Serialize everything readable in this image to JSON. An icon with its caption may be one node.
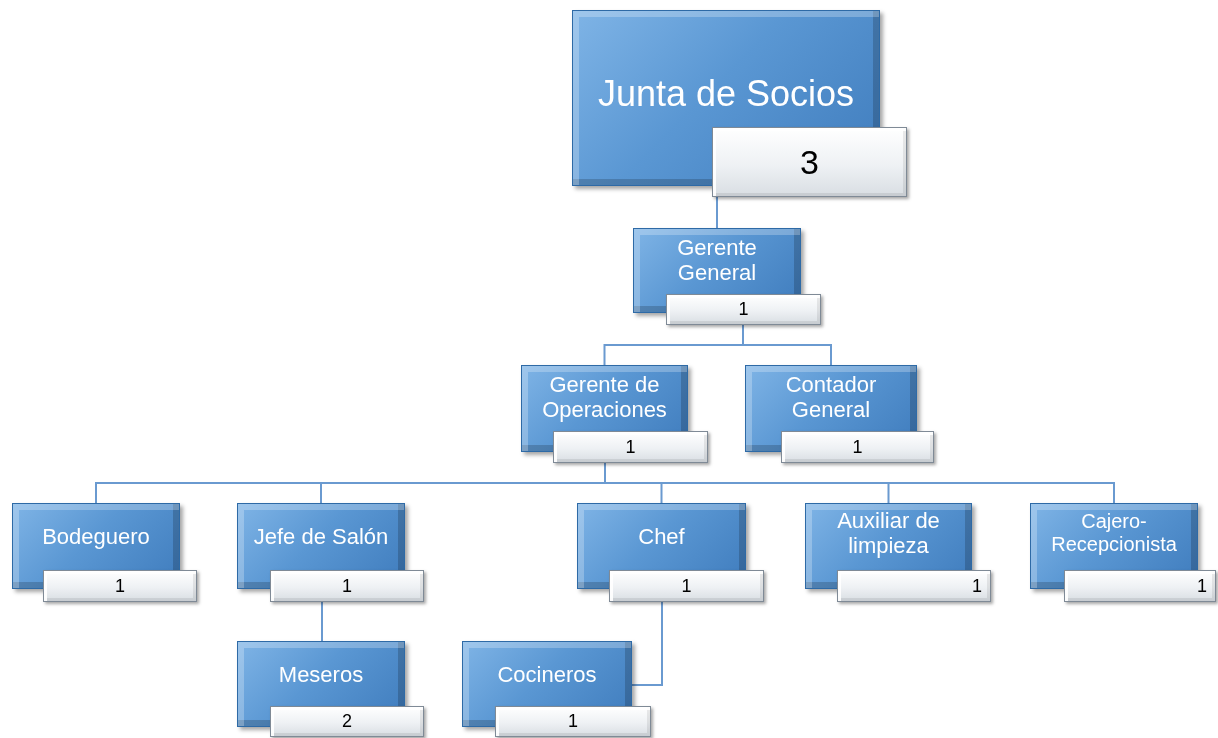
{
  "diagram": {
    "nodes": [
      {
        "text": [
          "Junta de Socios"
        ]
      },
      {
        "text": [
          "3"
        ]
      },
      {
        "text": [
          "Gerente General"
        ]
      },
      {
        "text": [
          "1"
        ]
      },
      {
        "text": [
          "Gerente de Operaciones"
        ]
      },
      {
        "text": [
          "1"
        ]
      },
      {
        "text": [
          "Contador General"
        ]
      },
      {
        "text": [
          "1"
        ]
      },
      {
        "text": [
          "Bodeguero"
        ]
      },
      {
        "text": [
          "1"
        ]
      },
      {
        "text": [
          "Jefe de Salón"
        ]
      },
      {
        "text": [
          "1"
        ]
      },
      {
        "text": [
          "Chef"
        ]
      },
      {
        "text": [
          "1"
        ]
      },
      {
        "text": [
          "Auxiliar de limpieza"
        ]
      },
      {
        "text": [
          "1"
        ]
      },
      {
        "text": [
          "Cajero-Recepcionista"
        ]
      },
      {
        "text": [
          "1"
        ]
      },
      {
        "text": [
          "Meseros"
        ]
      },
      {
        "text": [
          "2"
        ]
      },
      {
        "text": [
          "Cocineros"
        ]
      },
      {
        "text": [
          "1"
        ]
      }
    ],
    "edges": [
      {
        "from": 1,
        "to": 2,
        "arrow": "none"
      },
      {
        "from": 3,
        "to": 4,
        "arrow": "none"
      },
      {
        "from": 3,
        "to": 6,
        "arrow": "none"
      },
      {
        "from": 5,
        "to": 8,
        "arrow": "none"
      },
      {
        "from": 5,
        "to": 10,
        "arrow": "none"
      },
      {
        "from": 5,
        "to": 12,
        "arrow": "none"
      },
      {
        "from": 5,
        "to": 14,
        "arrow": "none"
      },
      {
        "from": 5,
        "to": 16,
        "arrow": "none"
      },
      {
        "from": 11,
        "to": 18,
        "arrow": "none"
      },
      {
        "from": 13,
        "to": 20,
        "arrow": "none"
      }
    ]
  }
}
